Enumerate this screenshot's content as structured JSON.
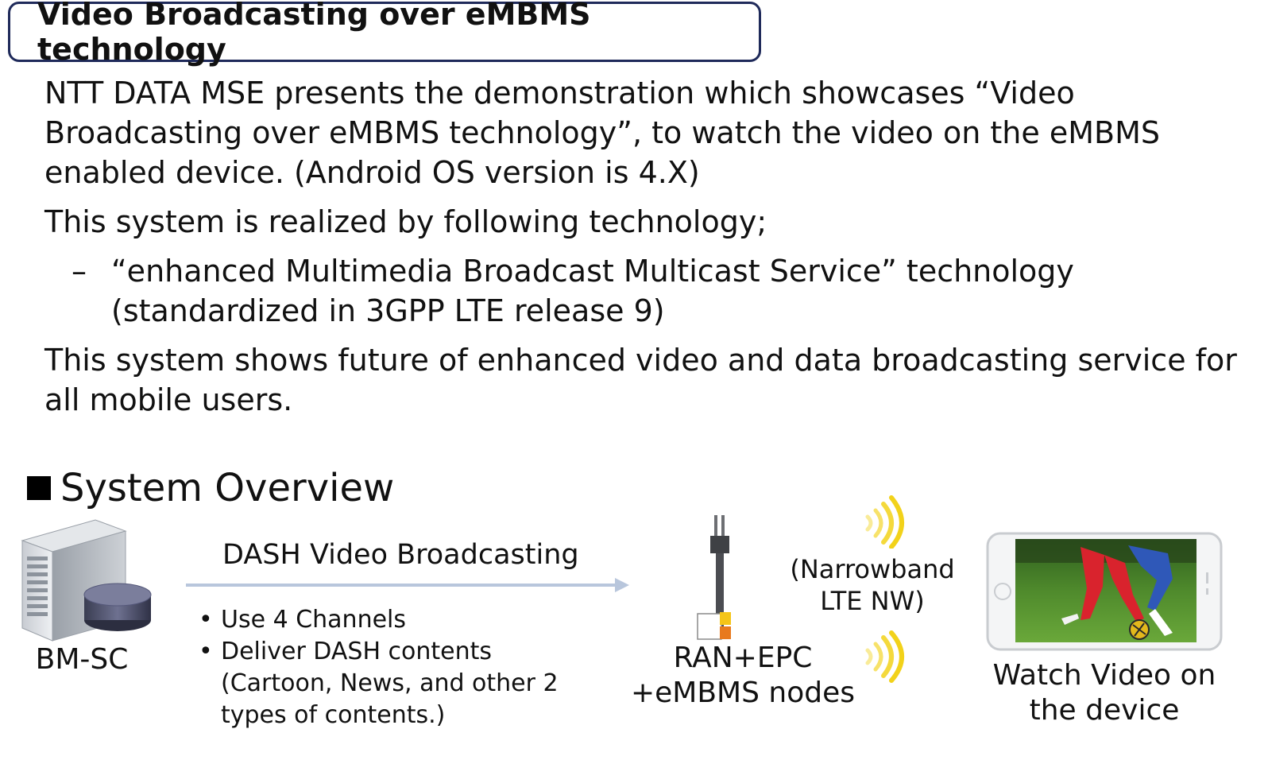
{
  "header": {
    "title": "Video Broadcasting over eMBMS technology"
  },
  "intro": {
    "p1": "NTT DATA MSE presents the demonstration which showcases “Video Broadcasting over eMBMS technology”, to watch the video on the eMBMS enabled device. (Android OS version is 4.X)",
    "p2": "This system is realized by following technology;",
    "p3_dash": "–",
    "p3": "“enhanced Multimedia Broadcast Multicast Service” technology (standardized in 3GPP LTE release 9)",
    "p4": "This system shows future of enhanced video and data broadcasting service for all mobile users."
  },
  "overview": {
    "heading": "System Overview",
    "bmsc_label": "BM-SC",
    "arrow_label": "DASH Video Broadcasting",
    "bullets": [
      "Use 4 Channels",
      "Deliver DASH contents (Cartoon, News, and other 2 types of contents.)"
    ],
    "ran_line1": "RAN+EPC",
    "ran_line2": "+eMBMS nodes",
    "nw_line1": "(Narrowband",
    "nw_line2": "LTE NW)",
    "device_line1": "Watch Video on",
    "device_line2": "the device"
  },
  "colors": {
    "title_border": "#1f2a5a",
    "arrow": "#b8c6dc",
    "signal": "#f2d21a",
    "antenna_orange": "#e87a1e"
  }
}
